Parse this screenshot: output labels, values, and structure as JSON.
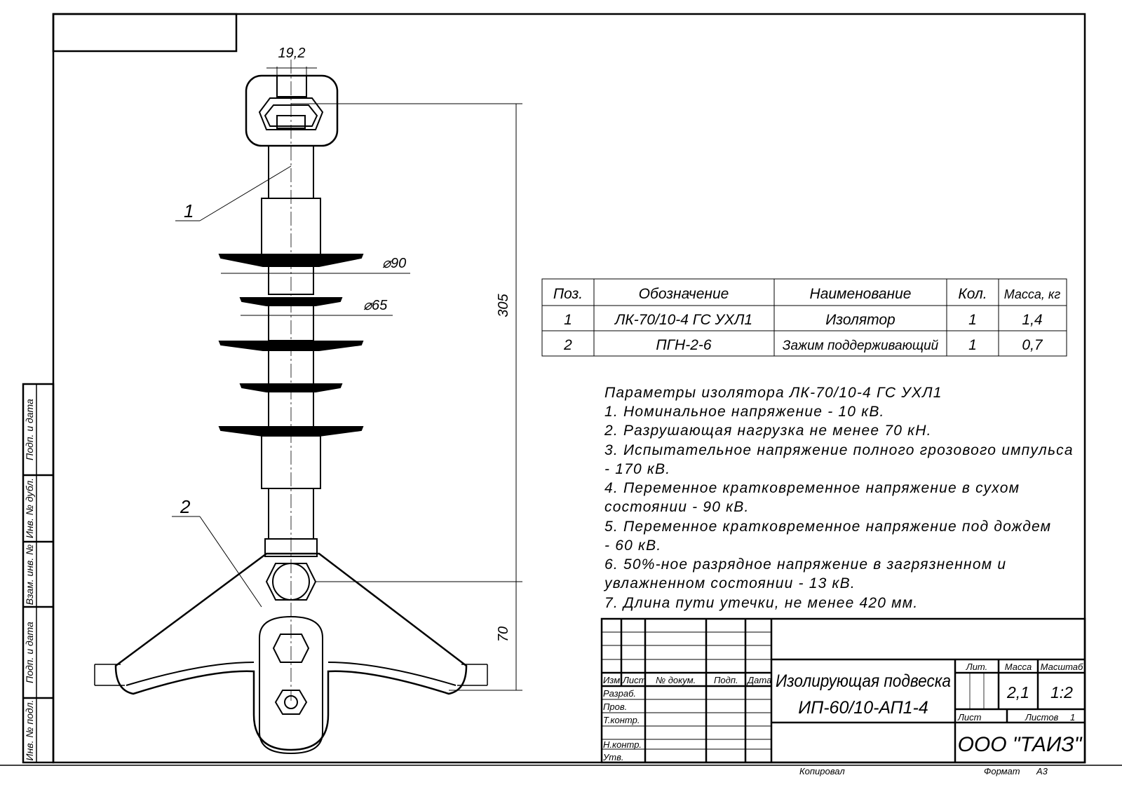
{
  "drawing": {
    "dimensions": {
      "width_top": "19,2",
      "diam_big": "⌀90",
      "diam_small": "⌀65",
      "height_total": "305",
      "height_bottom": "70"
    },
    "callouts": [
      "1",
      "2"
    ]
  },
  "parts_table": {
    "headers": [
      "Поз.",
      "Обозначение",
      "Наименование",
      "Кол.",
      "Масса, кг"
    ],
    "rows": [
      [
        "1",
        "ЛК-70/10-4 ГС УХЛ1",
        "Изолятор",
        "1",
        "1,4"
      ],
      [
        "2",
        "ПГН-2-6",
        "Зажим поддерживающий",
        "1",
        "0,7"
      ]
    ]
  },
  "notes": [
    "Параметры изолятора ЛК-70/10-4 ГС УХЛ1",
    "1. Номинальное напряжение - 10 кВ.",
    "2. Разрушающая нагрузка не менее 70 кН.",
    "3. Испытательное напряжение полного грозового импульса",
    "- 170 кВ.",
    "4. Переменное кратковременное напряжение  в сухом",
    "состоянии - 90 кВ.",
    "5. Переменное кратковременное напряжение под дождем",
    "- 60 кВ.",
    "6. 50%-ное разрядное напряжение в загрязненном и",
    "увлажненном состоянии - 13 кВ.",
    "7. Длина пути утечки, не менее 420 мм."
  ],
  "title_block": {
    "col_headers": [
      "Изм.",
      "Лист",
      "№ докум.",
      "Подп.",
      "Дата"
    ],
    "roles": [
      "Разраб.",
      "Пров.",
      "Т.контр.",
      "Н.контр.",
      "Утв."
    ],
    "title_line1": "Изолирующая подвеска",
    "title_line2": "ИП-60/10-АП1-4",
    "lit_label": "Лит.",
    "mass_label": "Масса",
    "scale_label": "Масштаб",
    "mass_value": "2,1",
    "scale_value": "1:2",
    "sheet_label": "Лист",
    "sheets_label": "Листов",
    "sheets_value": "1",
    "company": "ООО \"ТАИЗ\"",
    "copied": "Копировал",
    "format_label": "Формат",
    "format_value": "А3"
  },
  "side_strip": [
    "Подп. и дата",
    "Инв. № дубл.",
    "Взам. инв. №",
    "Подп. и дата",
    "Инв. № подл."
  ]
}
